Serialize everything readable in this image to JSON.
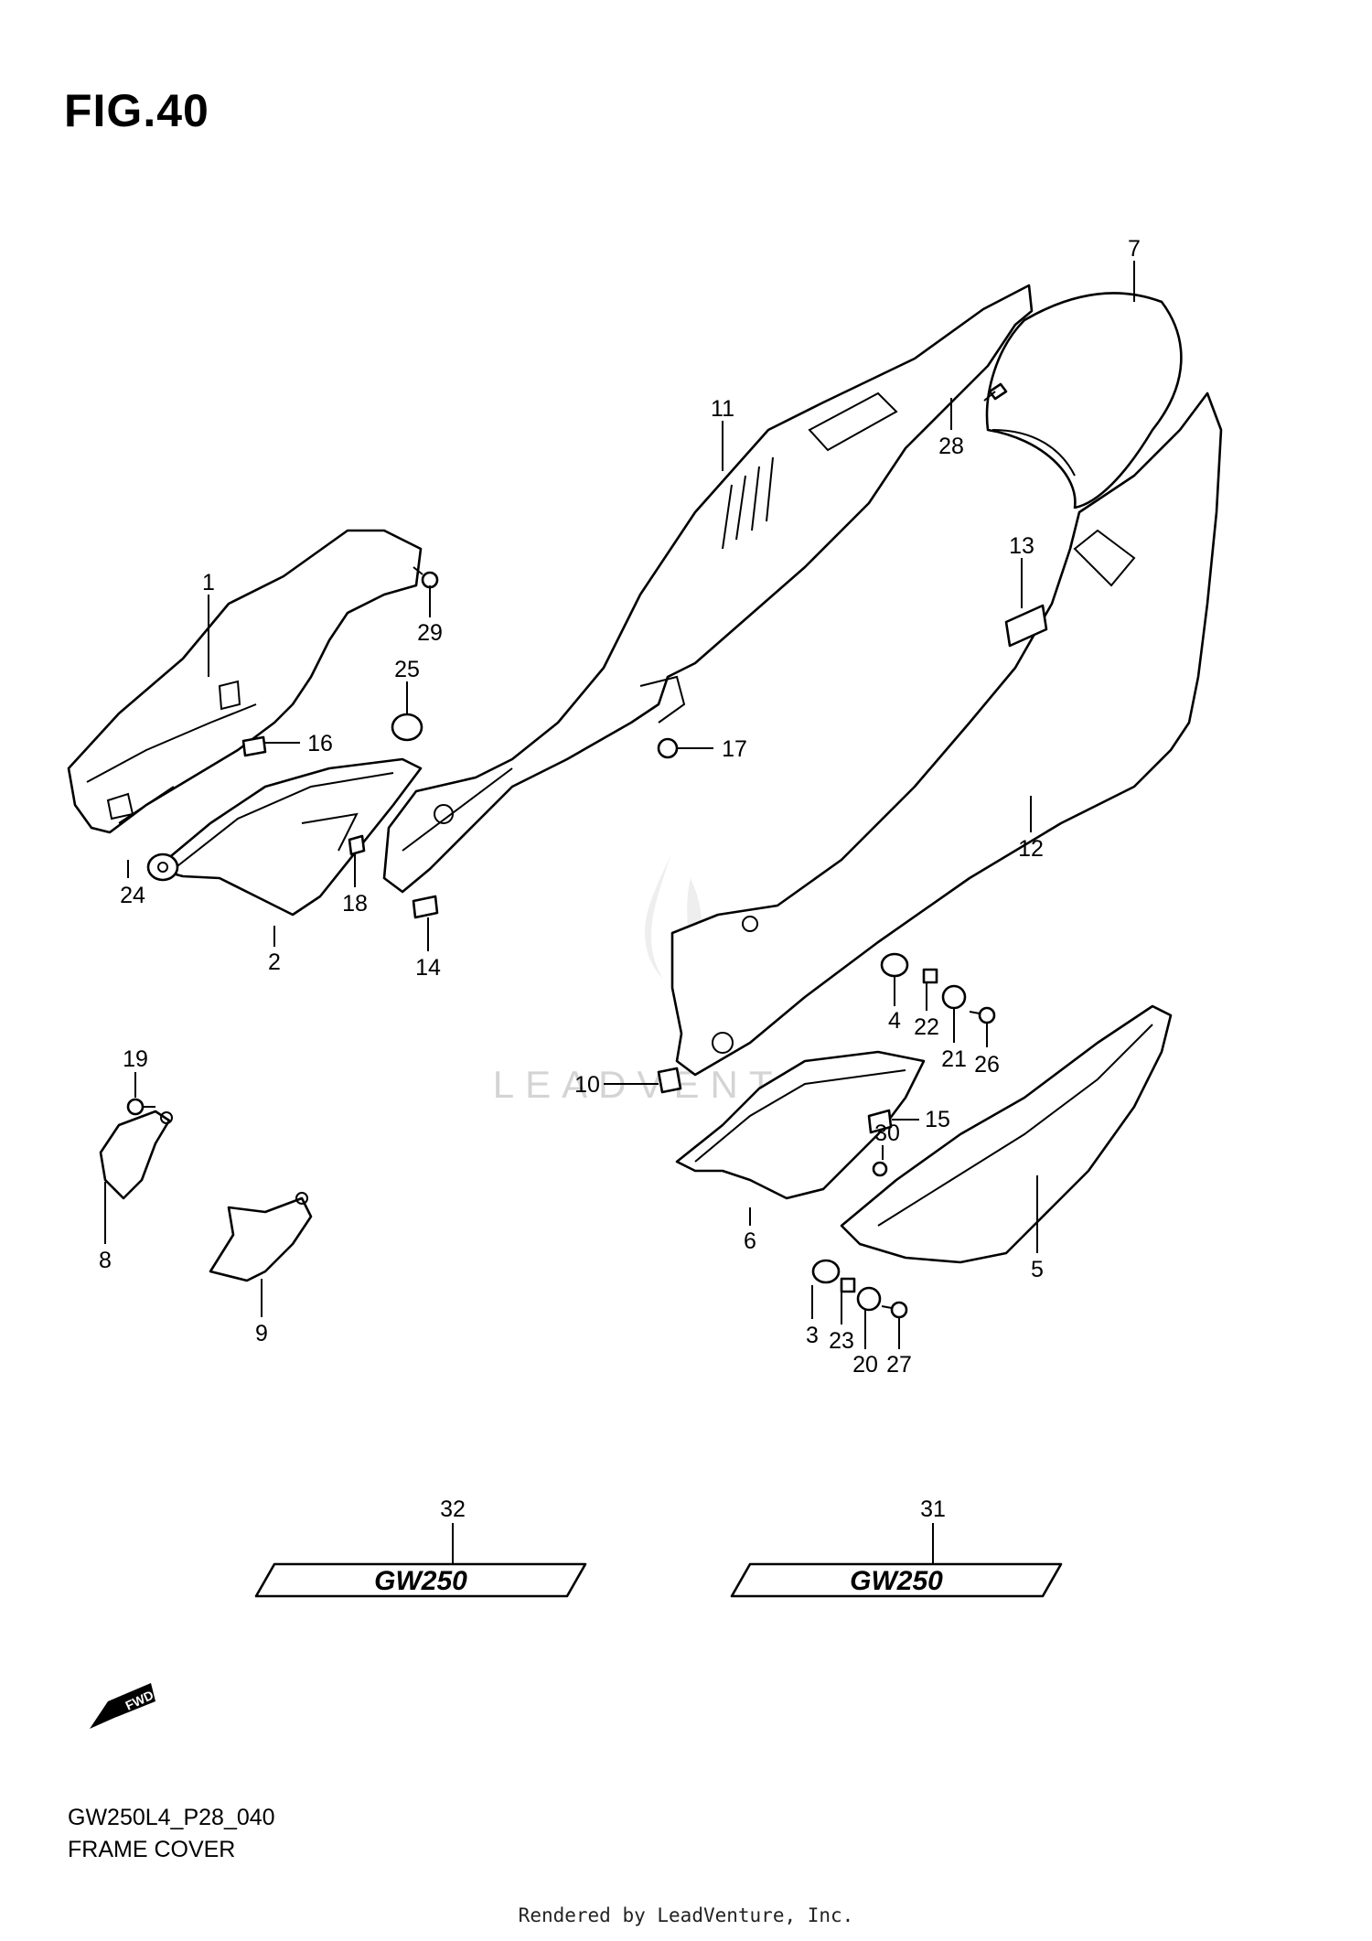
{
  "figure": {
    "title": "FIG.40",
    "code": "GW250L4_P28_040",
    "name": "FRAME COVER"
  },
  "watermark": "LEADVENTURE",
  "emblem_text": "GW250",
  "fwd_label": "FWD",
  "rendered_by": "Rendered by LeadVenture, Inc.",
  "callouts": [
    "1",
    "2",
    "3",
    "4",
    "5",
    "6",
    "7",
    "8",
    "9",
    "10",
    "11",
    "12",
    "13",
    "14",
    "15",
    "16",
    "17",
    "18",
    "19",
    "20",
    "21",
    "22",
    "23",
    "24",
    "25",
    "26",
    "27",
    "28",
    "29",
    "30",
    "31",
    "32"
  ]
}
